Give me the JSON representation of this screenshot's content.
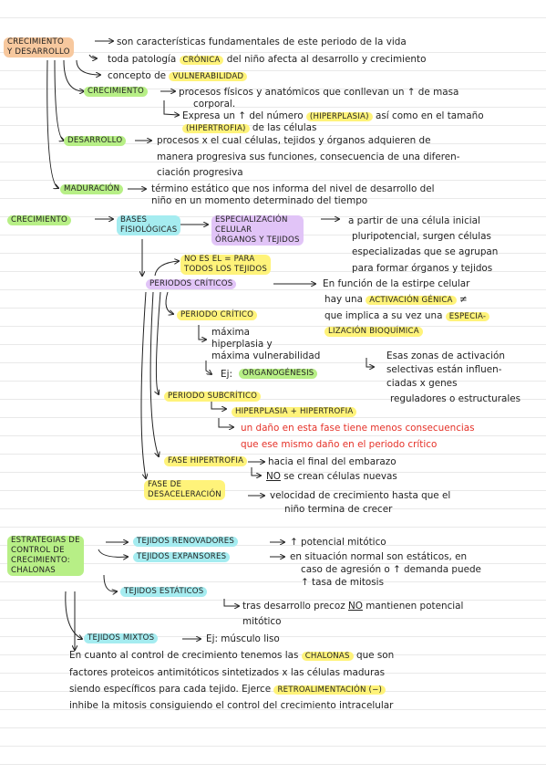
{
  "colors": {
    "orange": "#f7c89e",
    "green": "#b7ef86",
    "yellow": "#fff37a",
    "purple": "#e1c4f7",
    "cyan": "#a5ecf0",
    "red": "#e53128",
    "ink": "#222222"
  },
  "keywords": {
    "crecimiento_y_desarrollo_1": "CRECIMIENTO",
    "crecimiento_y_desarrollo_2": "Y DESARROLLO",
    "cronica": "CRÓNICA",
    "vulnerabilidad": "VULNERABILIDAD",
    "crecimiento": "CRECIMIENTO",
    "hiperplasia": "(HIPERPLASIA)",
    "hipertrofia": "(HIPERTROFIA)",
    "desarrollo": "DESARROLLO",
    "maduracion": "MADURACIÓN",
    "crecimiento_2": "CRECIMIENTO",
    "bases_1": "BASES",
    "bases_2": "FISIOLÓGICAS",
    "especializacion_1": "ESPECIALIZACIÓN",
    "especializacion_2": "CELULAR",
    "especializacion_3": "ÓRGANOS Y TEJIDOS",
    "no_es_el_1": "NO ES EL = PARA",
    "no_es_el_2": "TODOS LOS TEJIDOS",
    "periodos_criticos": "PERIODOS CRÍTICOS",
    "activacion_genica": "ACTIVACIÓN GÉNICA",
    "especia": "ESPECIA-",
    "lizacion_bioquimica": "LIZACIÓN BIOQUÍMICA",
    "periodo_critico": "PERIODO CRÍTICO",
    "organogenesis": "ORGANOGÉNESIS",
    "periodo_subcritico": "PERIODO SUBCRÍTICO",
    "hiperplasia_hipertrofia": "HIPERPLASIA + HIPERTROFIA",
    "fase_hipertrofia": "FASE HIPERTROFIA",
    "fase_desaceleracion_1": "FASE DE",
    "fase_desaceleracion_2": "DESACELERACIÓN",
    "estrategias_1": "ESTRATEGIAS DE",
    "estrategias_2": "CONTROL DE",
    "estrategias_3": "CRECIMIENTO:",
    "estrategias_4": "CHALONAS",
    "tejidos_renovadores": "TEJIDOS RENOVADORES",
    "tejidos_expansores": "TEJIDOS EXPANSORES",
    "tejidos_estaticos": "TEJIDOS ESTÁTICOS",
    "tejidos_mixtos": "TEJIDOS MIXTOS",
    "chalonas": "CHALONAS",
    "retroalimentacion": "RETROALIMENTACIÓN (−)"
  },
  "text": {
    "l1": "son características fundamentales de este periodo de la vida",
    "l2a": "toda patología",
    "l2b": "del niño afecta al desarrollo y crecimiento",
    "l3": "concepto de",
    "l4": "procesos físicos y anatómicos que conllevan un ↑ de masa",
    "l5": "corporal.",
    "l6a": "Expresa un ↑ del número",
    "l6b": "así como en el tamaño",
    "l7": "de las células",
    "l8": "procesos x el cual células, tejidos y órganos adquieren de",
    "l9": "manera progresiva sus funciones, consecuencia de una diferen-",
    "l10": "ciación progresiva",
    "l11": "término estático que nos informa del nivel de desarrollo del",
    "l12": "niño en un momento determinado del tiempo",
    "r1": "a partir de una célula inicial",
    "r2": "pluripotencial, surgen células",
    "r3": "especializadas que se agrupan",
    "r4": "para formar órganos y tejidos",
    "r5": "En función de la estirpe celular",
    "r6a": "hay una",
    "r6b": "≠",
    "r7": "que implica a su vez una",
    "c1": "máxima",
    "c2": "hiperplasia y",
    "c3": "máxima vulnerabilidad",
    "c4": "Ej:",
    "z1": "Esas zonas de activación",
    "z2": "selectivas están influen-",
    "z3": "ciadas x genes",
    "z4": "reguladores o estructurales",
    "red1": "un daño en esta fase tiene menos consecuencias",
    "red2": "que ese mismo daño en el periodo crítico",
    "h1": "hacia el final del embarazo",
    "h2a": "NO",
    "h2b": "se crean células nuevas",
    "d1": "velocidad de crecimiento hasta que el",
    "d2": "niño termina de crecer",
    "s1": "↑ potencial mitótico",
    "s2": "en situación normal son estáticos, en",
    "s3": "caso de agresión o ↑ demanda puede",
    "s4": "↑ tasa de mitosis",
    "s5a": "tras desarrollo precoz",
    "s5b": "NO",
    "s5c": "mantienen potencial",
    "s6": "mitótico",
    "s7": "Ej: músculo liso",
    "p1a": "En cuanto al control de crecimiento tenemos las",
    "p1b": "que son",
    "p2": "factores proteicos antimitóticos sintetizados x las células maduras",
    "p3": "siendo específicos para cada tejido. Ejerce",
    "p4": "inhibe la mitosis consiguiendo el control del crecimiento intracelular"
  }
}
